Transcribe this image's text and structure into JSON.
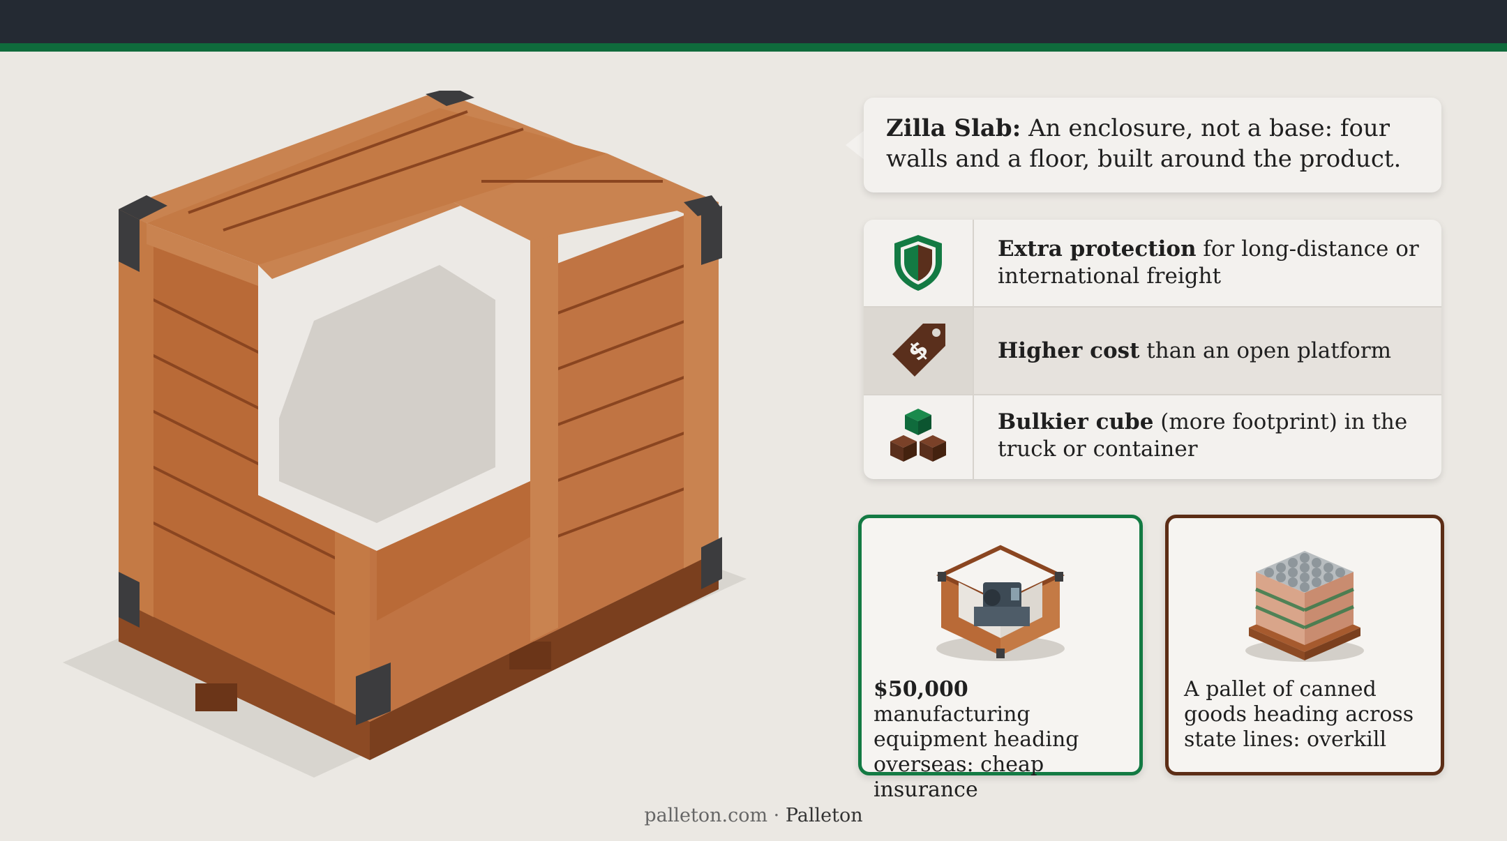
{
  "callout": {
    "label": "Zilla Slab:",
    "text": " An enclosure, not a base: four walls and a floor, built around the product."
  },
  "features": [
    {
      "icon": "shield-icon",
      "strong": "Extra protection",
      "rest": " for long-distance or international freight"
    },
    {
      "icon": "price-tag-icon",
      "strong": "Higher cost",
      "rest": " than an open platform"
    },
    {
      "icon": "stacked-cubes-icon",
      "strong": "Bulkier cube",
      "rest": " (more footprint) in the truck or container"
    }
  ],
  "examples": [
    {
      "icon": "crated-machine-icon",
      "strong": "$50,000",
      "rest": " manufacturing equipment heading overseas: cheap insurance"
    },
    {
      "icon": "canned-goods-pallet-icon",
      "strong": "",
      "rest": "A pallet of canned goods heading across state lines: overkill"
    }
  ],
  "footer": {
    "site": "palleton.com",
    "separator": " · ",
    "brand": "Palleton"
  },
  "colors": {
    "header": "#242a33",
    "accent_green": "#0f6b3c",
    "accent_brown": "#5c2d16",
    "wood": "#b5693a",
    "background": "#ebe8e3"
  }
}
